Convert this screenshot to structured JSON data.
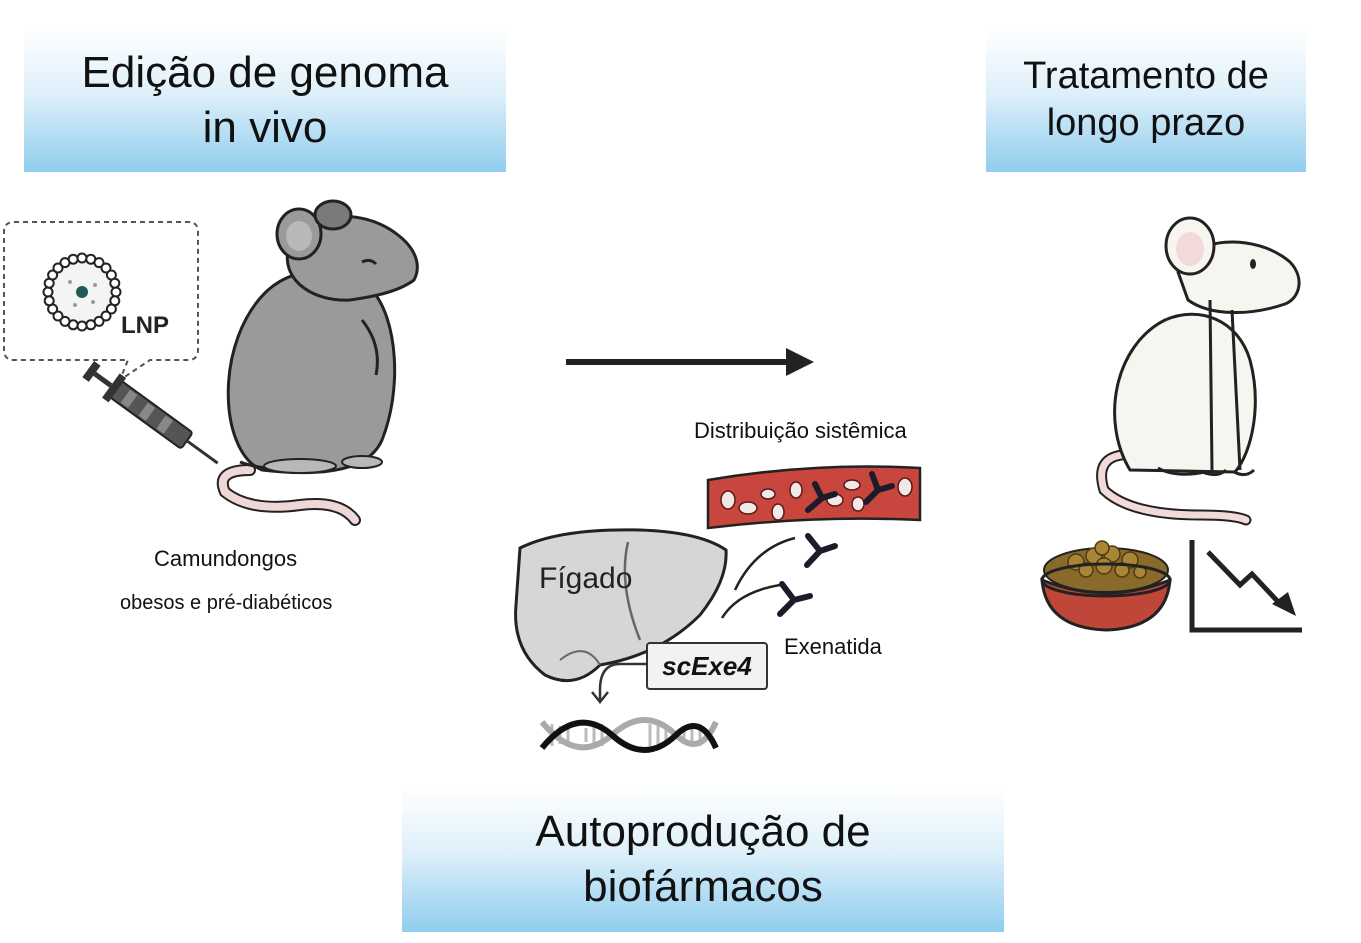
{
  "banners": {
    "left": {
      "line1": "Edição de genoma",
      "line2": "in vivo"
    },
    "right": {
      "line1": "Tratamento de",
      "line2": "longo prazo"
    },
    "bottom": {
      "line1": "Autoprodução de",
      "line2": "biofármacos"
    }
  },
  "labels": {
    "lnp": "LNP",
    "mice_line1": "Camundongos",
    "mice_line2": "obesos e pré-diabéticos",
    "distribution": "Distribuição sistêmica",
    "liver": "Fígado",
    "gene": "scExe4",
    "exenatide": "Exenatida"
  },
  "colors": {
    "banner_blue": "#8fcdee",
    "mouse_gray": "#9a9a9a",
    "vessel_red": "#c8463e",
    "bowl_red": "#c0463a"
  },
  "icons": [
    "lnp-particle-icon",
    "syringe-icon",
    "gray-mouse-icon",
    "process-arrow-icon",
    "blood-vessel-icon",
    "liver-icon",
    "exenatide-molecule-icon",
    "dna-icon",
    "white-mouse-icon",
    "food-bowl-icon",
    "decrease-chart-icon"
  ]
}
